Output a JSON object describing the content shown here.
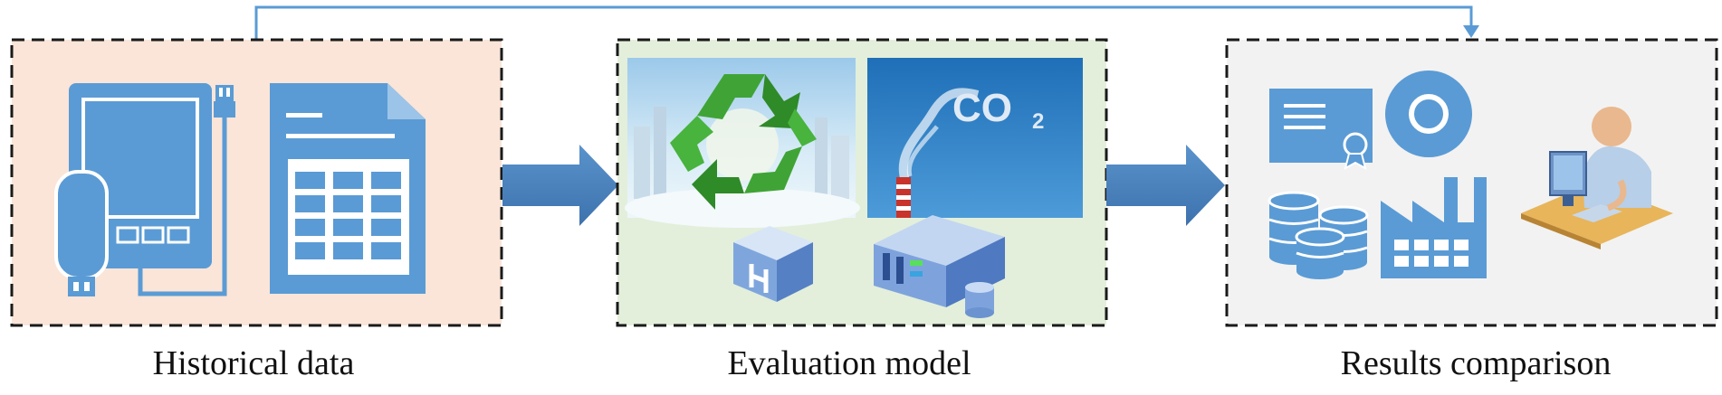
{
  "stages": {
    "historical": {
      "label": "Historical data",
      "fill": "#fae5d8"
    },
    "evaluation": {
      "label": "Evaluation model",
      "fill": "#e3efdb"
    },
    "results": {
      "label": "Results comparison",
      "fill": "#f2f2f2"
    }
  },
  "molecule": {
    "formula": "CO",
    "subscript": "2"
  },
  "colors": {
    "icon_blue": "#5a9bd5",
    "arrow_blue": "#4a7fb8",
    "border": "#1a1a1a",
    "sky_blue": "#3c86c8",
    "recycle_green": "#3fa435"
  },
  "icons": [
    "hard-drive-icon",
    "usb-drive-icon",
    "spreadsheet-document-icon",
    "recycle-icon",
    "co2-chimney-icon",
    "cube-icon",
    "server-icon",
    "certificate-icon",
    "cd-disc-icon",
    "database-icon",
    "factory-icon",
    "user-at-computer-icon"
  ]
}
